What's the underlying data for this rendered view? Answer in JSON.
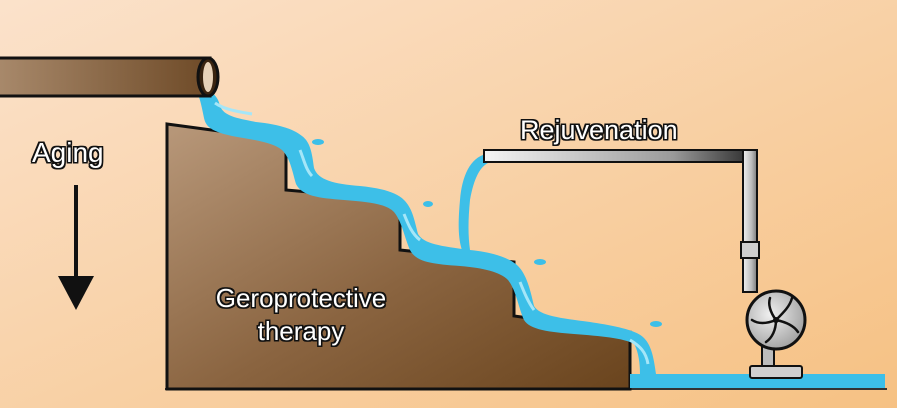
{
  "labels": {
    "aging": "Aging",
    "rejuvenation": "Rejuvenation",
    "therapy_line1": "Geroprotective",
    "therapy_line2": "therapy"
  },
  "icons": [
    "inflow-pipe",
    "staircase",
    "water-cascade",
    "down-arrow-icon",
    "return-pipe",
    "pump-icon",
    "water-pool"
  ],
  "colors": {
    "background_light": "#f9dcc0",
    "background_dark": "#f7c489",
    "stair_light": "#b69677",
    "stair_dark": "#6b4520",
    "water": "#3dbfe8",
    "pipe_metal": "#c8c8c8",
    "outline": "#111111"
  }
}
